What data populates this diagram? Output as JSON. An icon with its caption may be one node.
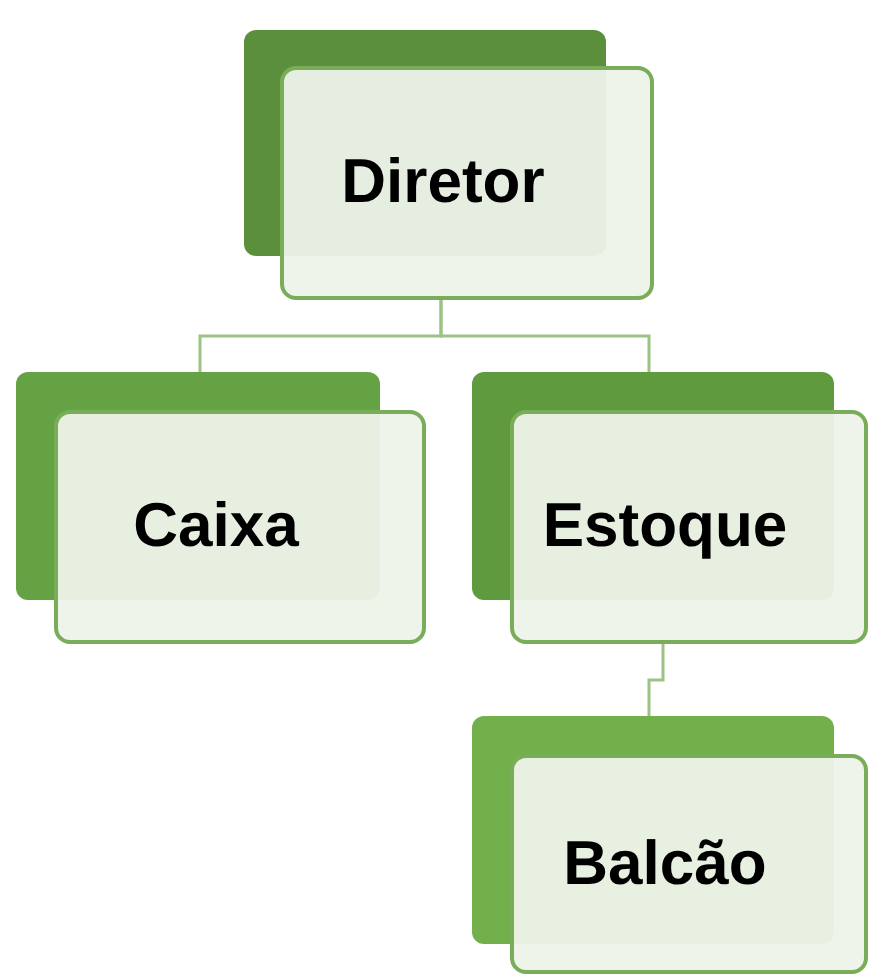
{
  "diagram": {
    "nodes": [
      {
        "text": [
          "Diretor"
        ]
      },
      {
        "text": [
          "Caixa"
        ]
      },
      {
        "text": [
          "Estoque"
        ]
      },
      {
        "text": [
          "Balcão"
        ]
      }
    ],
    "edges": [
      {
        "from": 0,
        "to": 1,
        "arrow": "none"
      },
      {
        "from": 0,
        "to": 2,
        "arrow": "none"
      },
      {
        "from": 2,
        "to": 3,
        "arrow": "none"
      }
    ]
  }
}
